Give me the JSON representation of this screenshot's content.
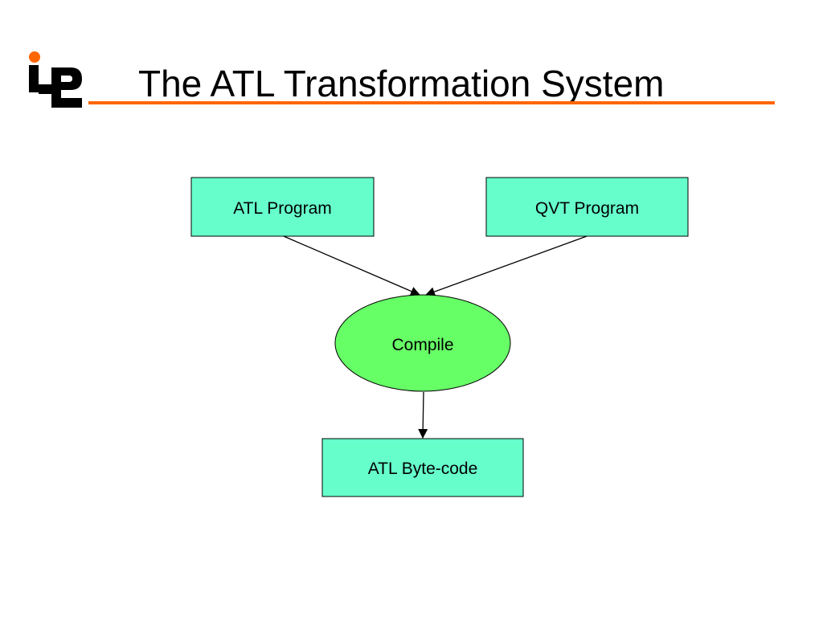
{
  "slide": {
    "title": "The ATL Transformation System"
  },
  "colors": {
    "accent": "#ff6600",
    "box_fill": "#66ffcc",
    "ellipse_fill": "#66ff66",
    "stroke": "#000000"
  },
  "logo": {
    "icon": "ilp-logo-icon"
  },
  "diagram": {
    "nodes": {
      "atl_program": {
        "label": "ATL Program"
      },
      "qvt_program": {
        "label": "QVT Program"
      },
      "compile": {
        "label": "Compile"
      },
      "atl_bytecode": {
        "label": "ATL Byte-code"
      }
    },
    "edges": [
      {
        "from": "atl_program",
        "to": "compile"
      },
      {
        "from": "qvt_program",
        "to": "compile"
      },
      {
        "from": "compile",
        "to": "atl_bytecode"
      }
    ]
  }
}
